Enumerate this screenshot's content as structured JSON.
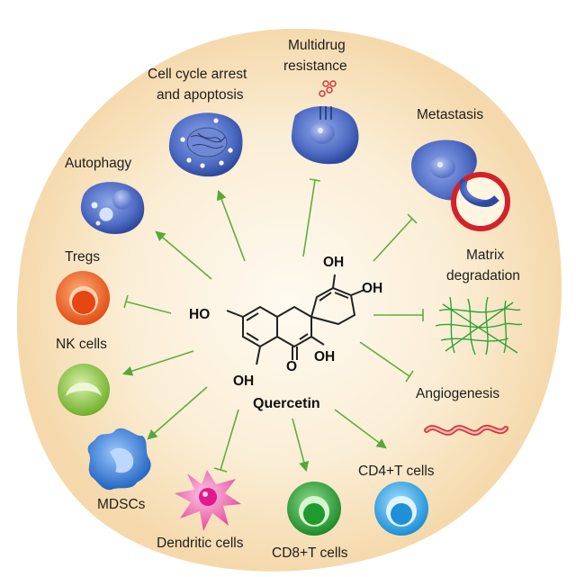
{
  "diagram": {
    "compound": "Quercetin",
    "hydroxyl": "OH",
    "hydroxyl_left": "HO",
    "ketone": "O",
    "targets": {
      "multidrug": "Multidrug resistance",
      "multidrug_line1": "Multidrug",
      "multidrug_line2": "resistance",
      "cell_cycle_line1": "Cell cycle arrest",
      "cell_cycle_line2": "and apoptosis",
      "metastasis": "Metastasis",
      "autophagy": "Autophagy",
      "matrix_line1": "Matrix",
      "matrix_line2": "degradation",
      "tregs": "Tregs",
      "nk": "NK cells",
      "angiogenesis": "Angiogenesis",
      "mdscs": "MDSCs",
      "cd4": "CD4+T cells",
      "dendritic": "Dendritic cells",
      "cd8": "CD8+T cells"
    },
    "colors": {
      "background_center": "#fdf4e6",
      "background_edge": "#f6ddb4",
      "arrow": "#5fae3f",
      "tumor_cell": "#3f5fb4",
      "treg": "#e8632a",
      "nk": "#8dc73f",
      "mdsc": "#2f73c9",
      "dendritic": "#e95fa8",
      "cd8": "#2e9a3c",
      "cd4": "#2a9ad9",
      "matrix_degradation": "#3aa63a",
      "angiogenesis": "#e04040",
      "metastasis_ring": "#d4212a"
    }
  }
}
